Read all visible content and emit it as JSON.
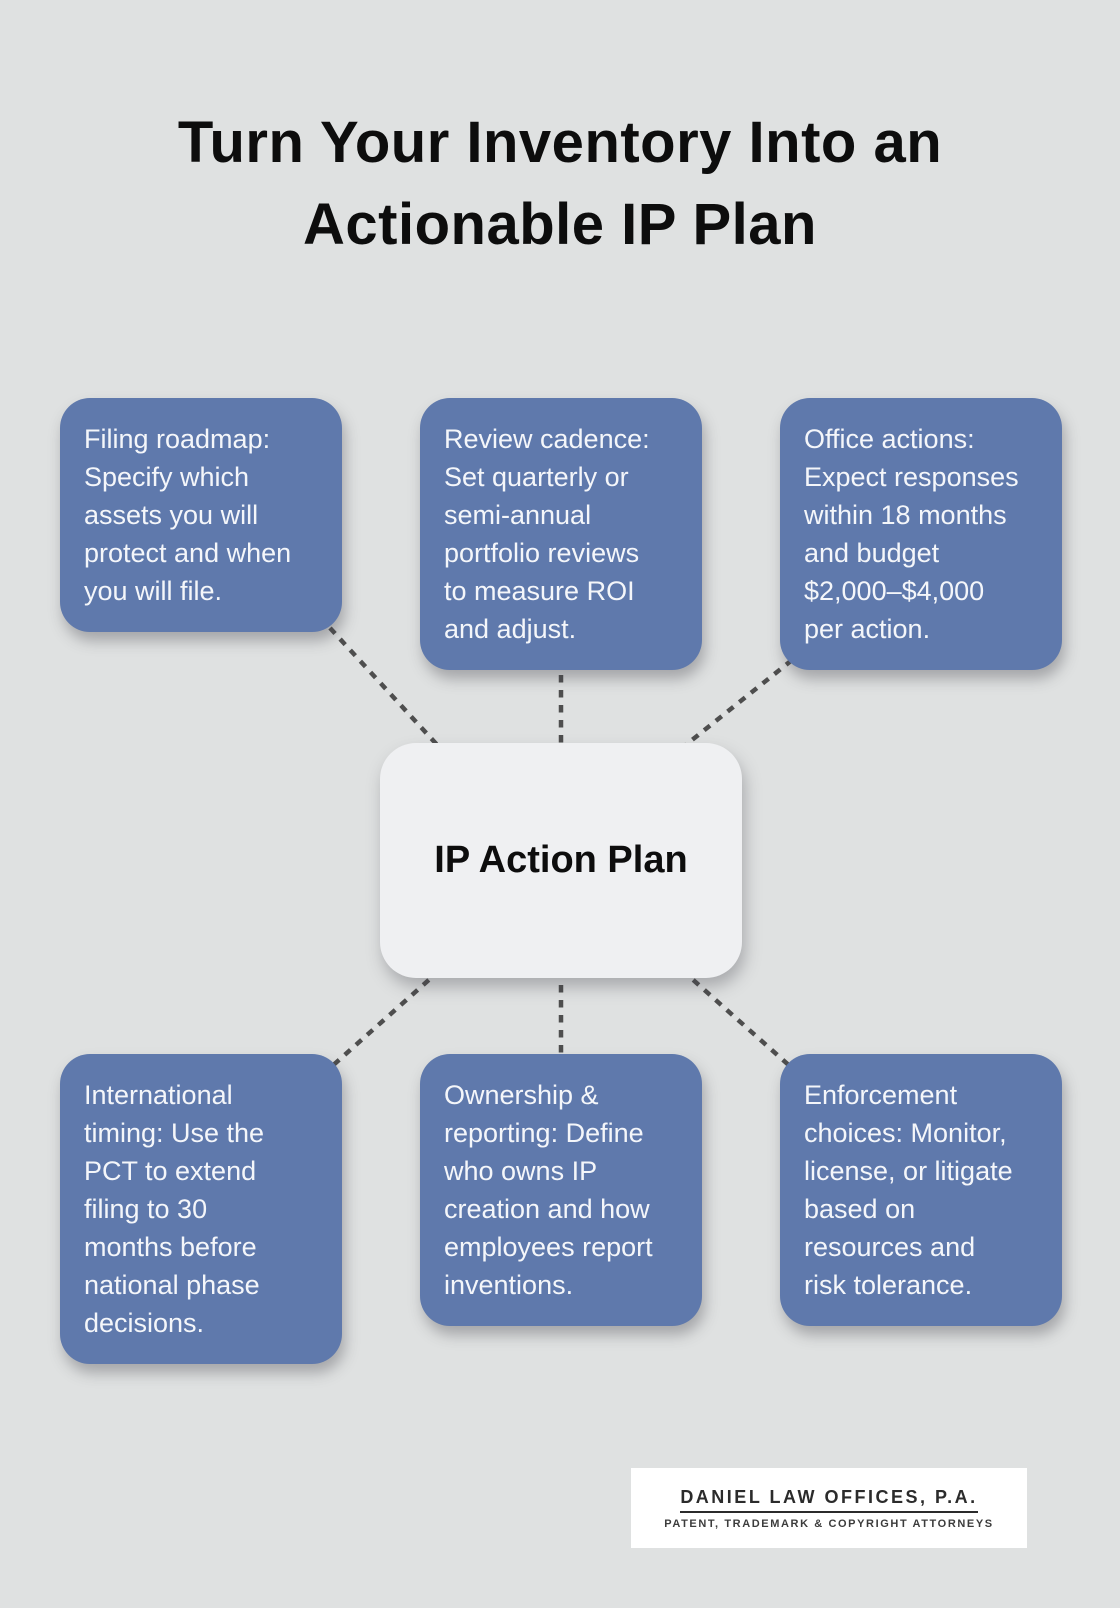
{
  "page": {
    "title_lines": [
      "Turn Your Inventory Into an",
      "Actionable IP Plan"
    ]
  },
  "center_node": {
    "label": "IP Action Plan"
  },
  "nodes": [
    {
      "name": "filing-roadmap",
      "lines": [
        "Filing roadmap:",
        "Specify which",
        "assets you will",
        "protect and when",
        "you will file."
      ]
    },
    {
      "name": "review-cadence",
      "lines": [
        "Review cadence:",
        "Set quarterly or",
        "semi-annual",
        "portfolio reviews",
        "to measure ROI",
        "and adjust."
      ]
    },
    {
      "name": "office-actions",
      "lines": [
        "Office actions:",
        "Expect responses",
        "within 18 months",
        "and budget",
        "$2,000–$4,000",
        "per action."
      ]
    },
    {
      "name": "international-timing",
      "lines": [
        "International",
        "timing: Use the",
        "PCT to extend",
        "filing to 30",
        "months before",
        "national phase",
        "decisions."
      ]
    },
    {
      "name": "ownership-reporting",
      "lines": [
        "Ownership &",
        "reporting: Define",
        "who owns IP",
        "creation and how",
        "employees report",
        "inventions."
      ]
    },
    {
      "name": "enforcement-choices",
      "lines": [
        "Enforcement",
        "choices: Monitor,",
        "license, or litigate",
        "based on",
        "resources and",
        "risk tolerance."
      ]
    }
  ],
  "logo": {
    "name": "DANIEL LAW OFFICES, P.A.",
    "tagline": "PATENT, TRADEMARK & COPYRIGHT ATTORNEYS"
  },
  "colors": {
    "background": "#dfe1e1",
    "box_blue": "#5f79ac",
    "box_text": "#f4f6fa",
    "center_bg": "#eff0f2",
    "center_text": "#0d0d0d",
    "dash": "#4e4e4e",
    "title": "#0d0d0d",
    "logo_bg": "#ffffff",
    "logo_text": "#2b2b2b"
  }
}
